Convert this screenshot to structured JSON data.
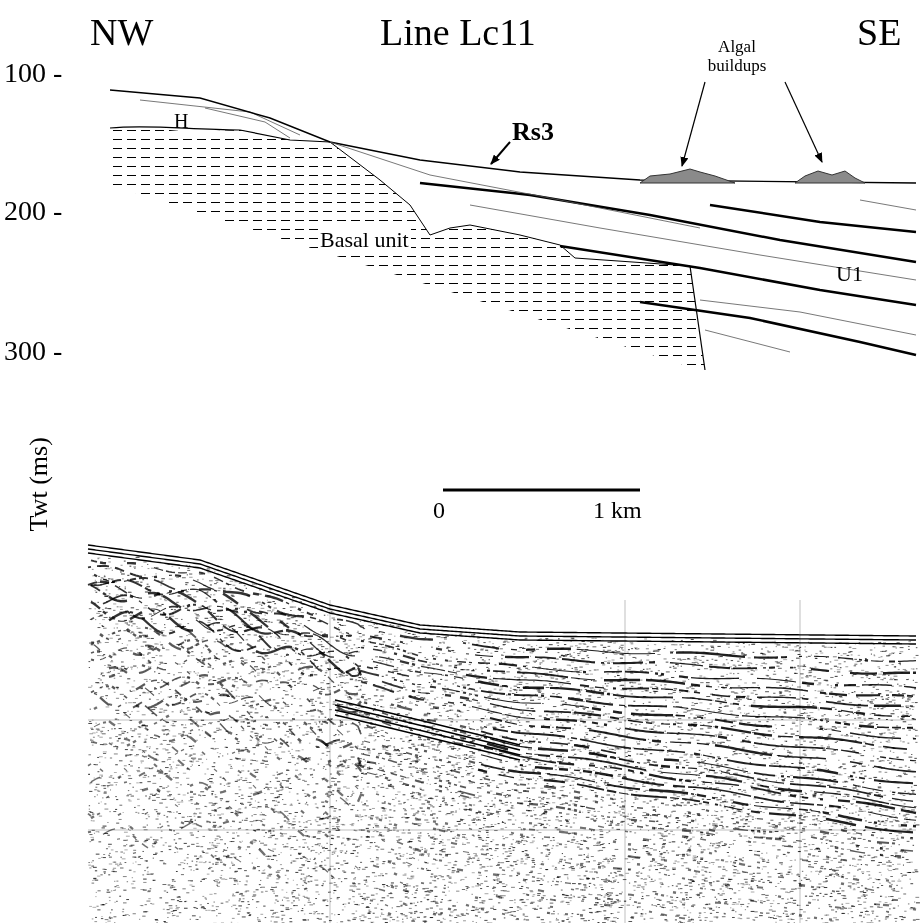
{
  "diagram": {
    "labels": [
      "NW",
      "Line Lc11",
      "SE",
      "100 -",
      "200 -",
      "300 -",
      "H",
      "Algal buildups",
      "Rs3",
      "Basal unit",
      "U1",
      "Twt (ms)",
      "0",
      "1 km"
    ]
  }
}
